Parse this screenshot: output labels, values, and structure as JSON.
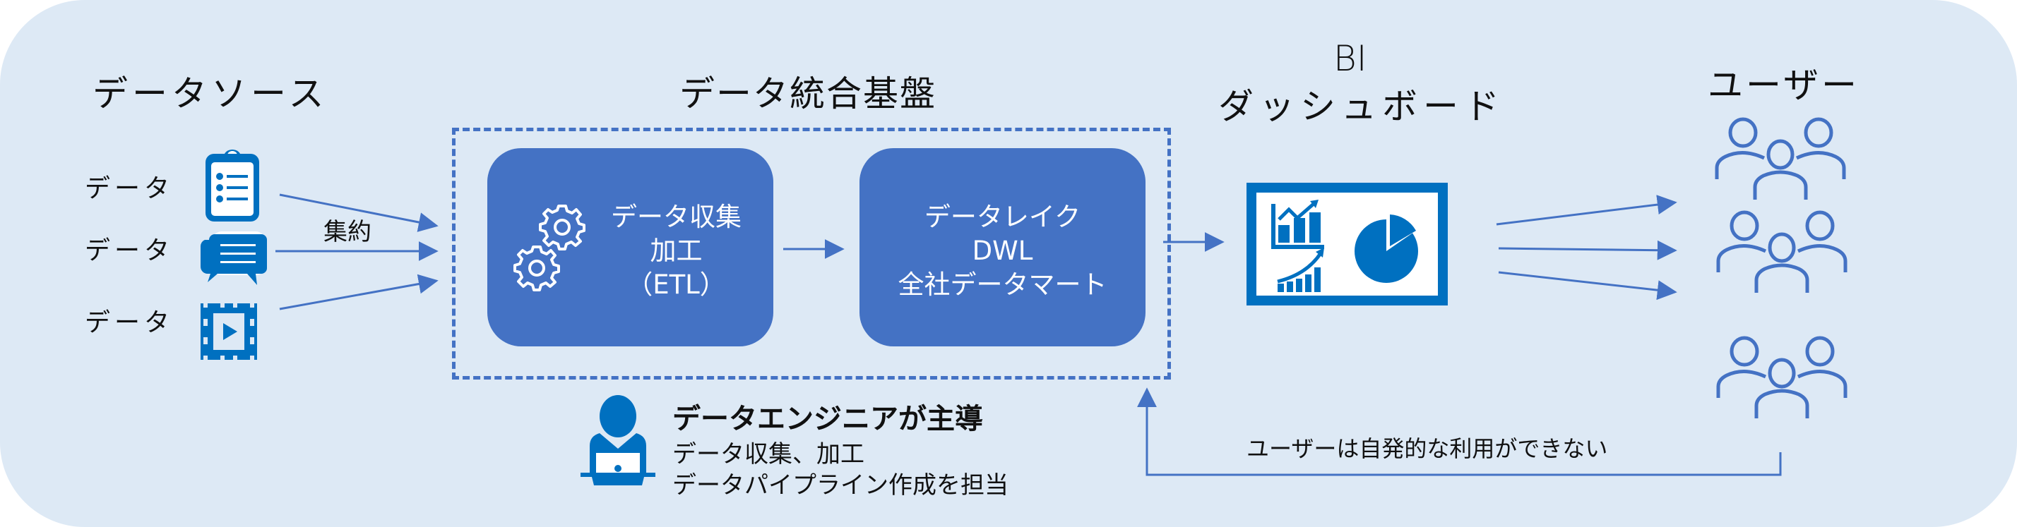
{
  "sections": {
    "data_source": {
      "title": "データソース",
      "items": [
        "データ",
        "データ",
        "データ"
      ],
      "icons": [
        "clipboard-list-icon",
        "chat-bubbles-icon",
        "video-film-icon"
      ]
    },
    "aggregate_label": "集約",
    "platform": {
      "title": "データ統合基盤",
      "etl": {
        "lines": [
          "データ収集",
          "加工",
          "（ETL）"
        ],
        "icon": "gears-icon"
      },
      "lake": {
        "lines": [
          "データレイク",
          "DWL",
          "全社データマート"
        ]
      }
    },
    "dashboard": {
      "title_line1": "BI",
      "title_line2": "ダッシュボード",
      "icon": "dashboard-chart-icon"
    },
    "users": {
      "title": "ユーザー",
      "groups": 3,
      "icon": "user-group-icon"
    },
    "engineer": {
      "title": "データエンジニアが主導",
      "desc_line1": "データ収集、加工",
      "desc_line2": "データパイプライン作成を担当",
      "icon": "engineer-laptop-icon"
    },
    "feedback_note": "ユーザーは自発的な利用ができない"
  },
  "colors": {
    "background": "#DDE9F5",
    "box": "#4472C4",
    "icon": "#0070C0",
    "arrow": "#4472C4",
    "text": "#111111"
  }
}
